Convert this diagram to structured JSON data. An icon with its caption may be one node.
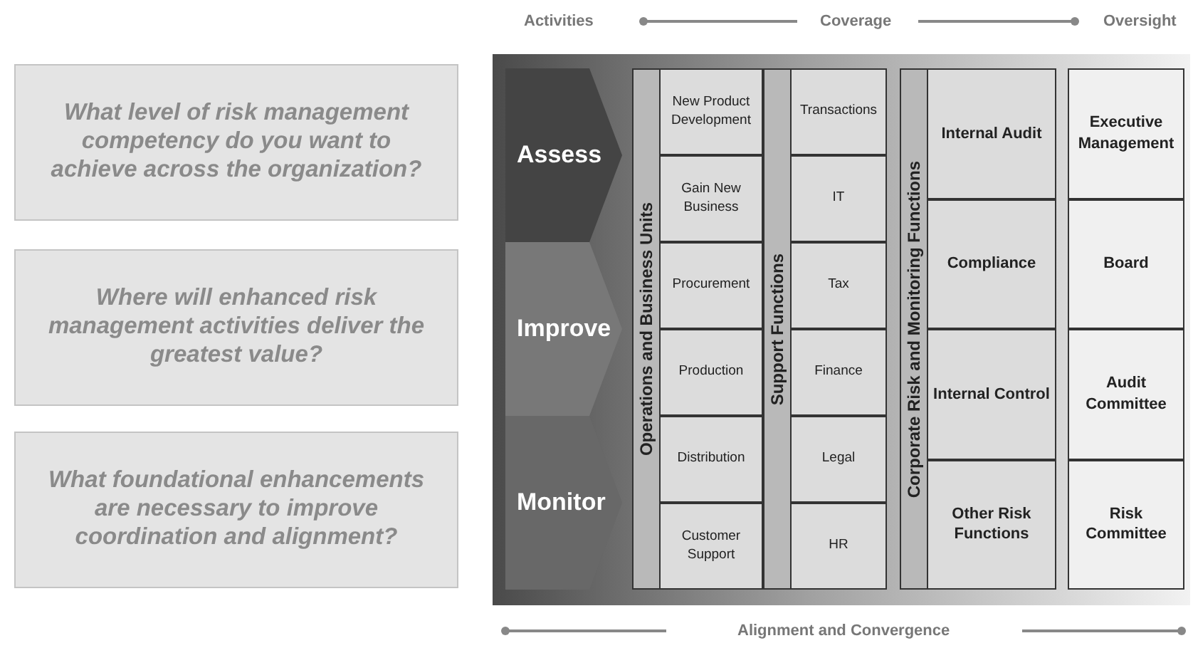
{
  "diagram": {
    "nodes": [
      {
        "text": [
          "What level of risk management competency do you want to achieve across the organization?"
        ]
      },
      {
        "text": [
          "Where will enhanced risk management activities deliver the greatest value?"
        ]
      },
      {
        "text": [
          "What foundational enhancements are necessary to improve coordination and alignment?"
        ]
      },
      {
        "text": [
          "Assess"
        ]
      },
      {
        "text": [
          "Improve"
        ]
      },
      {
        "text": [
          "Monitor"
        ]
      },
      {
        "text": [
          "Operations and Business Units"
        ]
      },
      {
        "text": [
          "New Product Development"
        ],
        "in": 6
      },
      {
        "text": [
          "Gain New Business"
        ],
        "in": 6
      },
      {
        "text": [
          "Procurement"
        ],
        "in": 6
      },
      {
        "text": [
          "Production"
        ],
        "in": 6
      },
      {
        "text": [
          "Distribution"
        ],
        "in": 6
      },
      {
        "text": [
          "Customer Support"
        ],
        "in": 6
      },
      {
        "text": [
          "Support Functions"
        ]
      },
      {
        "text": [
          "Transactions"
        ],
        "in": 13
      },
      {
        "text": [
          "IT"
        ],
        "in": 13
      },
      {
        "text": [
          "Tax"
        ],
        "in": 13
      },
      {
        "text": [
          "Finance"
        ],
        "in": 13
      },
      {
        "text": [
          "Legal"
        ],
        "in": 13
      },
      {
        "text": [
          "HR"
        ],
        "in": 13
      },
      {
        "text": [
          "Corporate Risk and Monitoring Functions"
        ]
      },
      {
        "text": [
          "Internal Audit"
        ],
        "in": 20
      },
      {
        "text": [
          "Compliance"
        ],
        "in": 20
      },
      {
        "text": [
          "Internal Control"
        ],
        "in": 20
      },
      {
        "text": [
          "Other Risk Functions"
        ],
        "in": 20
      },
      {
        "text": [
          "Executive Management"
        ]
      },
      {
        "text": [
          "Board"
        ]
      },
      {
        "text": [
          "Audit Committee"
        ]
      },
      {
        "text": [
          "Risk Committee"
        ]
      }
    ],
    "labels": [
      "Activities",
      "Coverage",
      "Oversight",
      "Alignment and Convergence"
    ]
  }
}
